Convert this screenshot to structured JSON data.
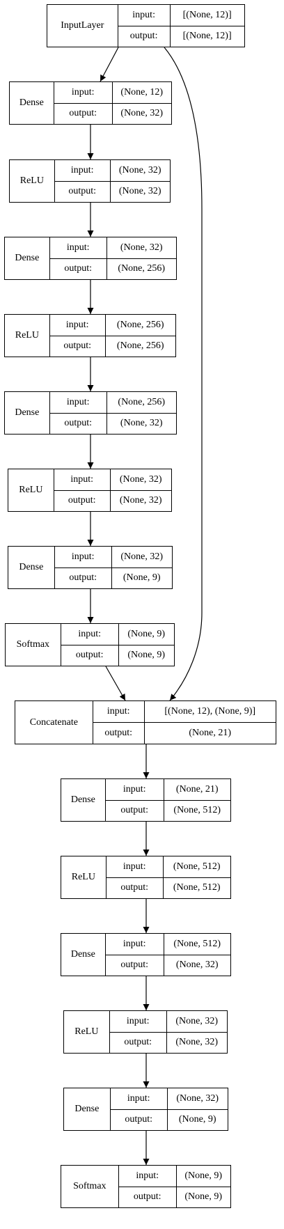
{
  "diagram": {
    "port_labels": {
      "input": "input:",
      "output": "output:"
    },
    "nodes": [
      {
        "id": "input-layer",
        "name": "InputLayer",
        "input": "[(None, 12)]",
        "output": "[(None, 12)]"
      },
      {
        "id": "dense-1",
        "name": "Dense",
        "input": "(None, 12)",
        "output": "(None, 32)"
      },
      {
        "id": "relu-1",
        "name": "ReLU",
        "input": "(None, 32)",
        "output": "(None, 32)"
      },
      {
        "id": "dense-2",
        "name": "Dense",
        "input": "(None, 32)",
        "output": "(None, 256)"
      },
      {
        "id": "relu-2",
        "name": "ReLU",
        "input": "(None, 256)",
        "output": "(None, 256)"
      },
      {
        "id": "dense-3",
        "name": "Dense",
        "input": "(None, 256)",
        "output": "(None, 32)"
      },
      {
        "id": "relu-3",
        "name": "ReLU",
        "input": "(None, 32)",
        "output": "(None, 32)"
      },
      {
        "id": "dense-4",
        "name": "Dense",
        "input": "(None, 32)",
        "output": "(None, 9)"
      },
      {
        "id": "softmax-1",
        "name": "Softmax",
        "input": "(None, 9)",
        "output": "(None, 9)"
      },
      {
        "id": "concatenate",
        "name": "Concatenate",
        "input": "[(None, 12), (None, 9)]",
        "output": "(None, 21)"
      },
      {
        "id": "dense-5",
        "name": "Dense",
        "input": "(None, 21)",
        "output": "(None, 512)"
      },
      {
        "id": "relu-4",
        "name": "ReLU",
        "input": "(None, 512)",
        "output": "(None, 512)"
      },
      {
        "id": "dense-6",
        "name": "Dense",
        "input": "(None, 512)",
        "output": "(None, 32)"
      },
      {
        "id": "relu-5",
        "name": "ReLU",
        "input": "(None, 32)",
        "output": "(None, 32)"
      },
      {
        "id": "dense-7",
        "name": "Dense",
        "input": "(None, 32)",
        "output": "(None, 9)"
      },
      {
        "id": "softmax-2",
        "name": "Softmax",
        "input": "(None, 9)",
        "output": "(None, 9)"
      }
    ],
    "edges": [
      {
        "from": "input-layer",
        "to": "dense-1"
      },
      {
        "from": "dense-1",
        "to": "relu-1"
      },
      {
        "from": "relu-1",
        "to": "dense-2"
      },
      {
        "from": "dense-2",
        "to": "relu-2"
      },
      {
        "from": "relu-2",
        "to": "dense-3"
      },
      {
        "from": "dense-3",
        "to": "relu-3"
      },
      {
        "from": "relu-3",
        "to": "dense-4"
      },
      {
        "from": "dense-4",
        "to": "softmax-1"
      },
      {
        "from": "softmax-1",
        "to": "concatenate"
      },
      {
        "from": "input-layer",
        "to": "concatenate"
      },
      {
        "from": "concatenate",
        "to": "dense-5"
      },
      {
        "from": "dense-5",
        "to": "relu-4"
      },
      {
        "from": "relu-4",
        "to": "dense-6"
      },
      {
        "from": "dense-6",
        "to": "relu-5"
      },
      {
        "from": "relu-5",
        "to": "dense-7"
      },
      {
        "from": "dense-7",
        "to": "softmax-2"
      }
    ]
  }
}
